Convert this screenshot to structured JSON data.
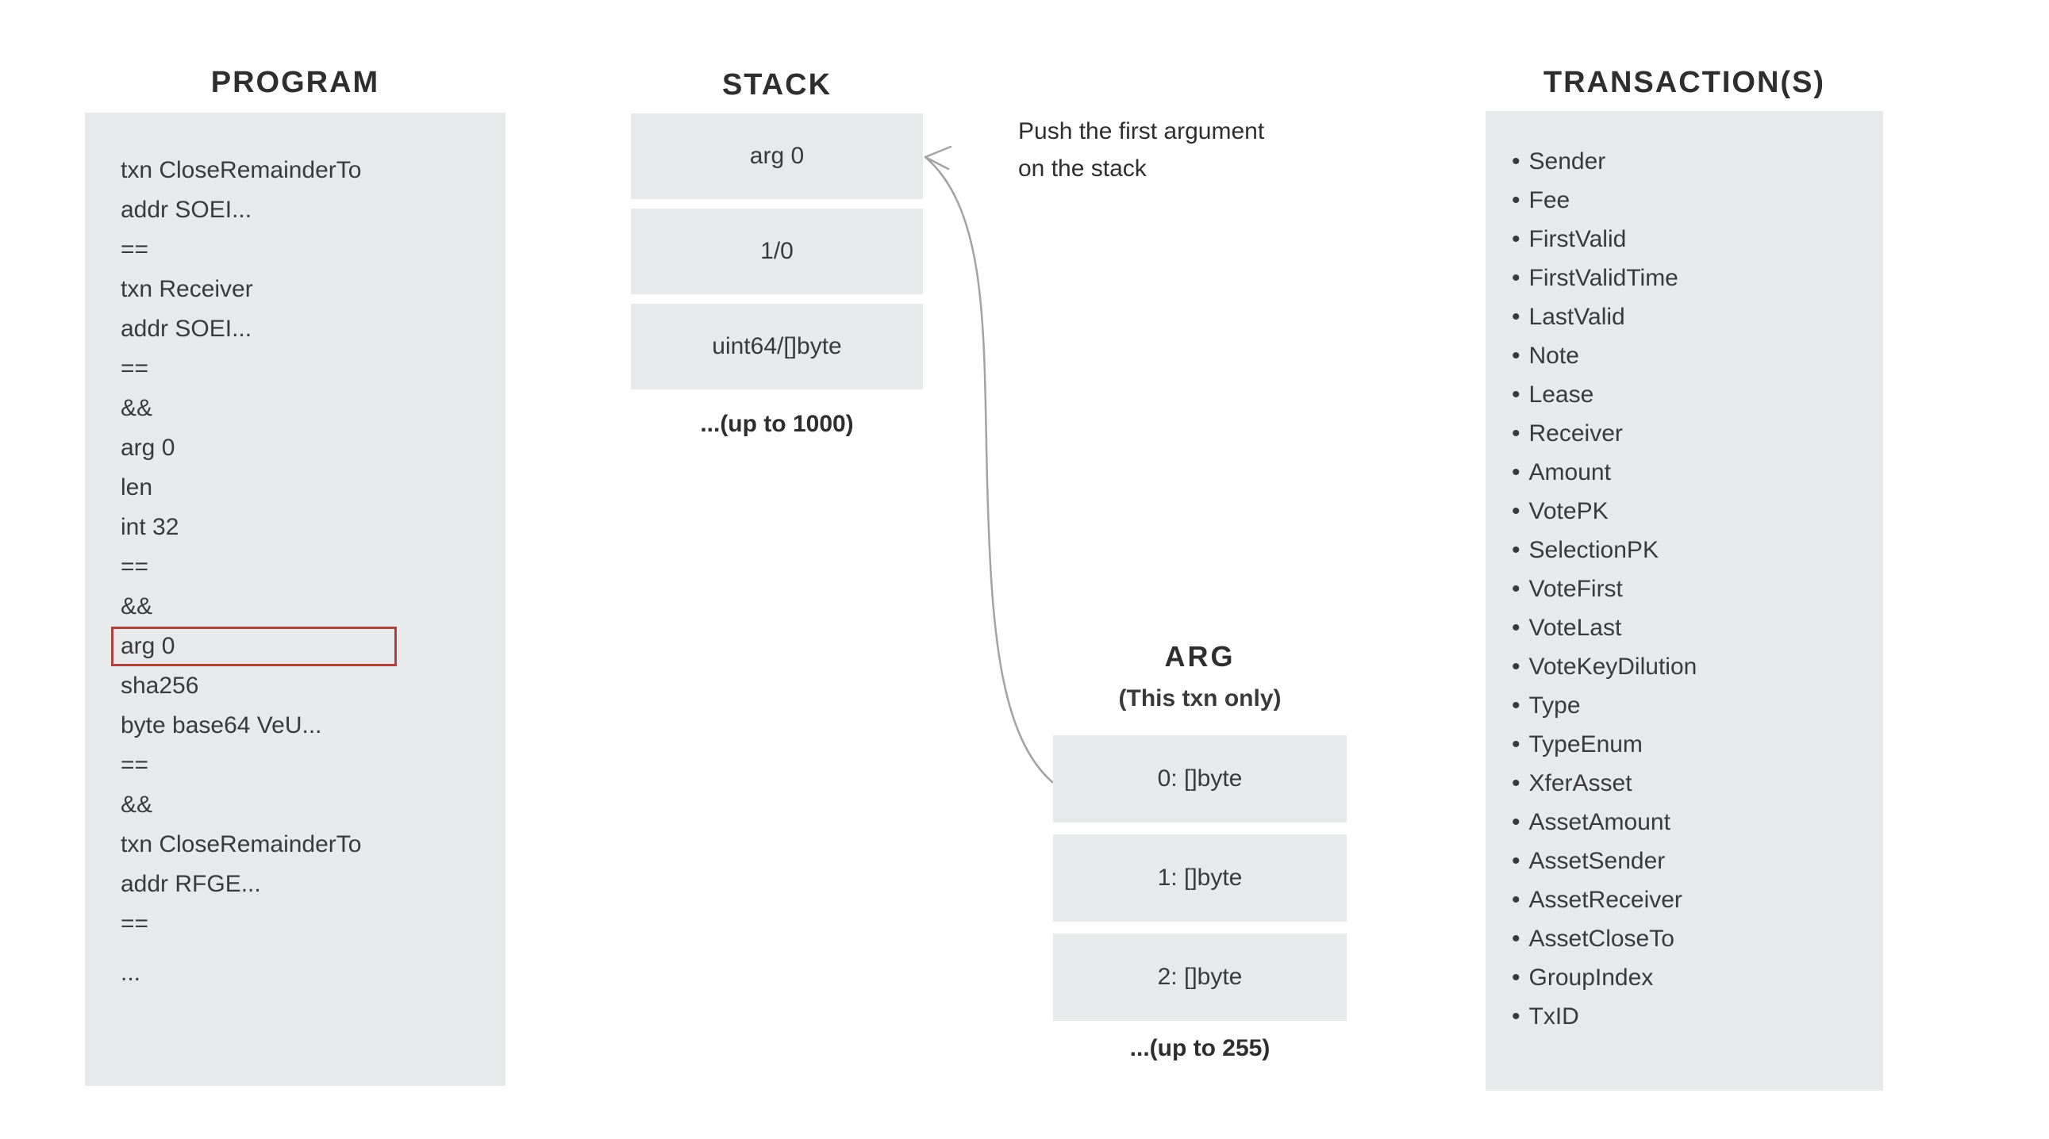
{
  "colors": {
    "panel_gray": "#e8e9eb",
    "highlight_red": "#ae413c",
    "arrow_gray": "#a3a3a6",
    "text_dark": "#3a3a3d"
  },
  "program": {
    "title": "PROGRAM",
    "lines": [
      "txn CloseRemainderTo",
      "addr SOEI...",
      "==",
      "txn Receiver",
      "addr SOEI...",
      "==",
      "&&",
      "arg 0",
      "len",
      "int 32",
      "==",
      "&&",
      {
        "text": "arg 0",
        "highlighted": true
      },
      "sha256",
      "byte base64 VeU...",
      "==",
      "&&",
      "txn CloseRemainderTo",
      "addr RFGE...",
      "==",
      "..."
    ]
  },
  "stack": {
    "title": "STACK",
    "items": [
      "arg 0",
      "1/0",
      "uint64/[]byte"
    ],
    "footnote": "...(up to 1000)"
  },
  "annotation": {
    "line1": "Push the first argument",
    "line2": "on the stack"
  },
  "arg": {
    "title": "ARG",
    "subtitle": "(This txn only)",
    "items": [
      "0: []byte",
      "1: []byte",
      "2: []byte"
    ],
    "footnote": "...(up to 255)"
  },
  "transactions": {
    "title": "TRANSACTION(S)",
    "items": [
      "Sender",
      "Fee",
      "FirstValid",
      "FirstValidTime",
      "LastValid",
      "Note",
      "Lease",
      "Receiver",
      "Amount",
      "VotePK",
      "SelectionPK",
      "VoteFirst",
      "VoteLast",
      "VoteKeyDilution",
      "Type",
      "TypeEnum",
      "XferAsset",
      "AssetAmount",
      "AssetSender",
      "AssetReceiver",
      "AssetCloseTo",
      "GroupIndex",
      "TxID"
    ]
  }
}
